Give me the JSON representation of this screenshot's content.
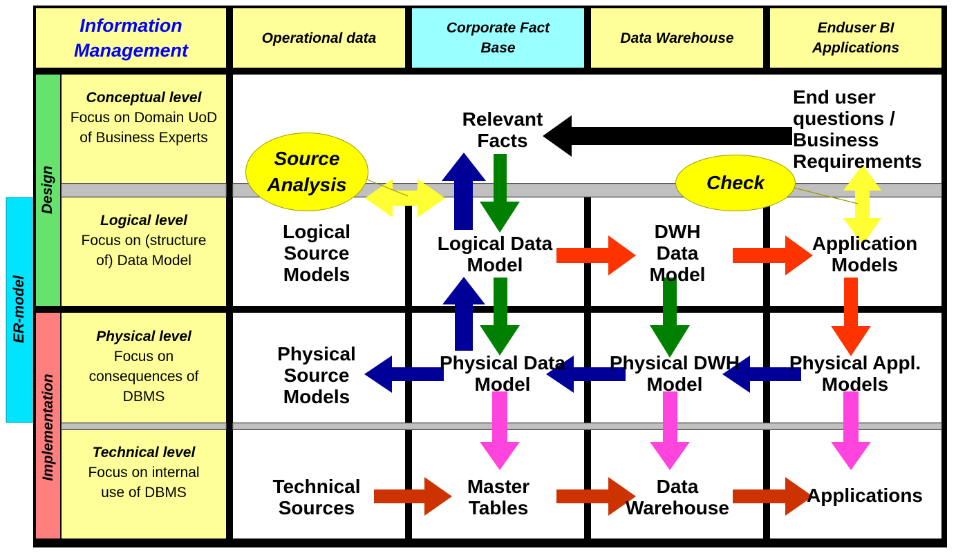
{
  "header": {
    "title": "Information Management",
    "columns": [
      "Operational data",
      "Corporate Fact Base",
      "Data Warehouse",
      "Enduser BI Applications"
    ]
  },
  "side_labels": {
    "er_model": "ER-model",
    "design": "Design",
    "implementation": "Implementation"
  },
  "levels": [
    {
      "title": "Conceptual level",
      "desc": "Focus on Domain UoD of Business Experts"
    },
    {
      "title": "Logical level",
      "desc": "Focus on (structure of) Data Model"
    },
    {
      "title": "Physical level",
      "desc": "Focus on consequences of DBMS"
    },
    {
      "title": "Technical level",
      "desc": "Focus on internal use of DBMS"
    }
  ],
  "cells": {
    "relevant_facts": "Relevant Facts",
    "end_user_questions": "End user questions / Business Requirements",
    "logical_source_models": "Logical Source Models",
    "logical_data_model": "Logical Data Model",
    "dwh_data_model": "DWH Data Model",
    "application_models": "Application Models",
    "physical_source_models": "Physical Source Models",
    "physical_data_model": "Physical Data Model",
    "physical_dwh_model": "Physical DWH Model",
    "physical_appl_models": "Physical Appl. Models",
    "technical_sources": "Technical Sources",
    "master_tables": "Master Tables",
    "data_warehouse": "Data Warehouse",
    "applications": "Applications"
  },
  "ovals": {
    "source_analysis": "Source Analysis",
    "check": "Check"
  },
  "colors": {
    "title_blue": "#0000ff",
    "header_yellow": "#ffff99",
    "header_cyan": "#99ffff",
    "design_green": "#66e36d",
    "implementation_red": "#ff7f7f",
    "er_model_cyan": "#00e5ff",
    "arrow_black": "#000000",
    "arrow_navy": "#000099",
    "arrow_green": "#008000",
    "arrow_orange": "#ff3300",
    "arrow_magenta": "#ff44dd",
    "arrow_brown": "#cc3300",
    "arrow_yellow": "#ffff33"
  }
}
